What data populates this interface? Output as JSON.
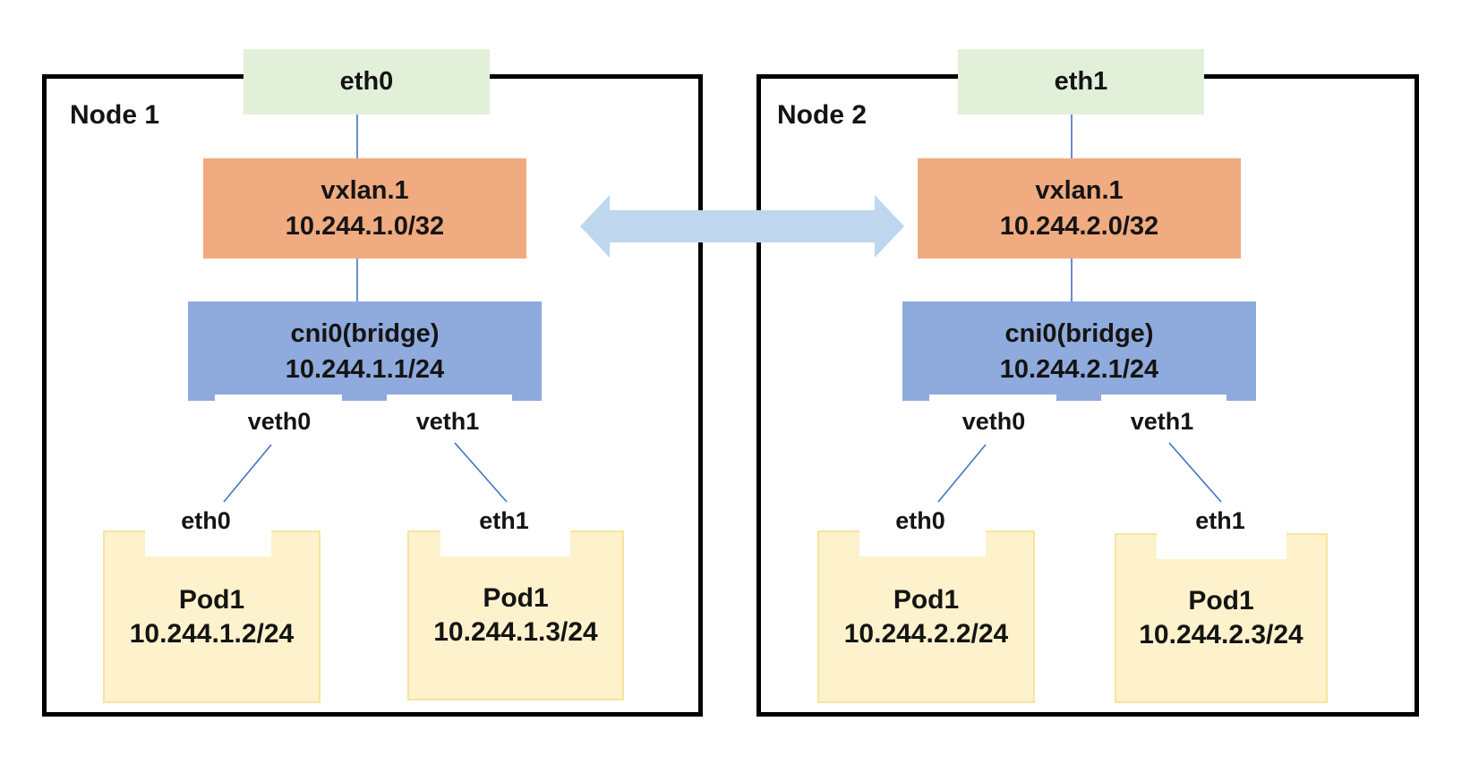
{
  "colors": {
    "uplink-fill": "#e2efd9",
    "vxlan-fill": "#f0ab80",
    "bridge-fill": "#8faadc",
    "pod-fill": "#fdf2cc",
    "pod-border": "#f8e49e",
    "arrow-fill": "#bfd7ee",
    "connector": "#4472c4",
    "node-border": "#000000"
  },
  "nodes": [
    {
      "label": "Node 1",
      "uplink_label": "eth0",
      "vxlan": {
        "name": "vxlan.1",
        "ip": "10.244.1.0/32"
      },
      "bridge": {
        "name": "cni0(bridge)",
        "ip": "10.244.1.1/24"
      },
      "veth0": "veth0",
      "veth1": "veth1",
      "pods": [
        {
          "iface": "eth0",
          "name": "Pod1",
          "ip": "10.244.1.2/24"
        },
        {
          "iface": "eth1",
          "name": "Pod1",
          "ip": "10.244.1.3/24"
        }
      ]
    },
    {
      "label": "Node 2",
      "uplink_label": "eth1",
      "vxlan": {
        "name": "vxlan.1",
        "ip": "10.244.2.0/32"
      },
      "bridge": {
        "name": "cni0(bridge)",
        "ip": "10.244.2.1/24"
      },
      "veth0": "veth0",
      "veth1": "veth1",
      "pods": [
        {
          "iface": "eth0",
          "name": "Pod1",
          "ip": "10.244.2.2/24"
        },
        {
          "iface": "eth1",
          "name": "Pod1",
          "ip": "10.244.2.3/24"
        }
      ]
    }
  ]
}
